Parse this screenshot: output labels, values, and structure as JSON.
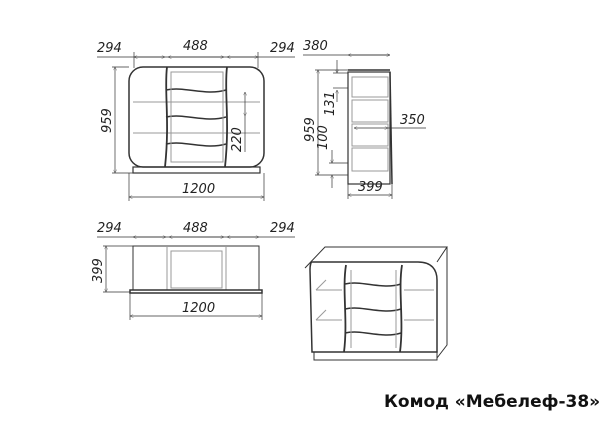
{
  "title": "Комод «Мебелеф-38»",
  "front_view": {
    "widths": [
      "294",
      "488",
      "294"
    ],
    "total_width": "1200",
    "height": "959",
    "drawer_height": "220"
  },
  "side_view": {
    "top_depth": "380",
    "height": "959",
    "drawer_gap": "131",
    "plinth": "100",
    "inner_depth": "350",
    "bottom_depth": "399"
  },
  "top_view": {
    "widths": [
      "294",
      "488",
      "294"
    ],
    "total_width": "1200",
    "depth": "399"
  },
  "colors": {
    "line": "#333333",
    "light_line": "#999999",
    "text": "#222222"
  }
}
